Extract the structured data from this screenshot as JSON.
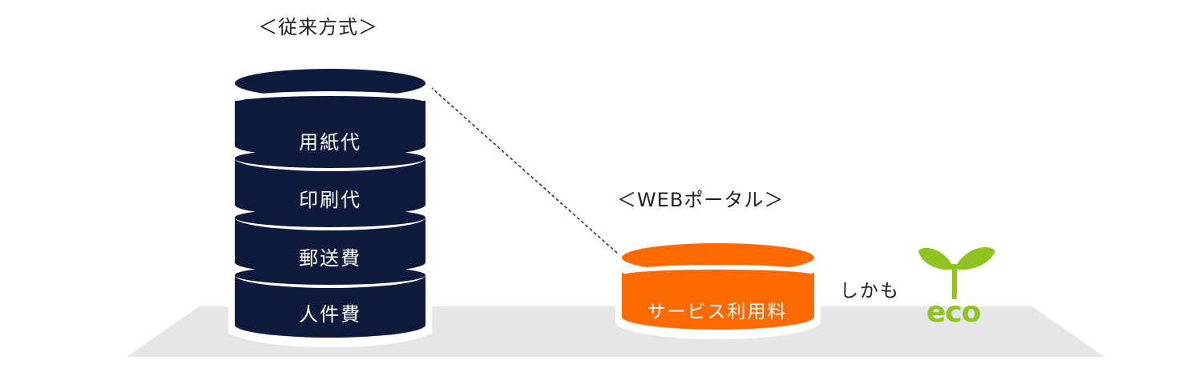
{
  "diagram": {
    "legacy_title": "＜従来方式＞",
    "legacy_layers": [
      "用紙代",
      "印刷代",
      "郵送費",
      "人件費"
    ],
    "web_title": "＜WEBポータル＞",
    "web_layer": "サービス利用料",
    "plus_text": "しかも",
    "eco_label": "eco",
    "colors": {
      "legacy_fill": "#0f1a3c",
      "web_fill": "#ff6a00",
      "floor": "#e6e6e6",
      "eco_green": "#8fc31f",
      "connector": "#1e2a4a"
    },
    "icons": [
      "sprout-icon"
    ]
  }
}
